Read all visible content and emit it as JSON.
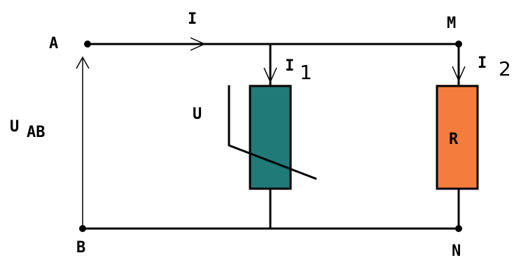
{
  "labels": {
    "node_a": "A",
    "node_b": "B",
    "node_m": "M",
    "node_n": "N",
    "current_main": "I",
    "current_1_letter": "I",
    "current_1_index": "1",
    "current_2_letter": "I",
    "current_2_index": "2",
    "voltage_letter": "U",
    "voltage_index": "AB",
    "varistor_label": "U",
    "resistor_label": "R"
  },
  "colors": {
    "wire": "#000000",
    "varistor_fill": "#1f7a78",
    "resistor_fill": "#f47c3c",
    "background": "#ffffff"
  }
}
